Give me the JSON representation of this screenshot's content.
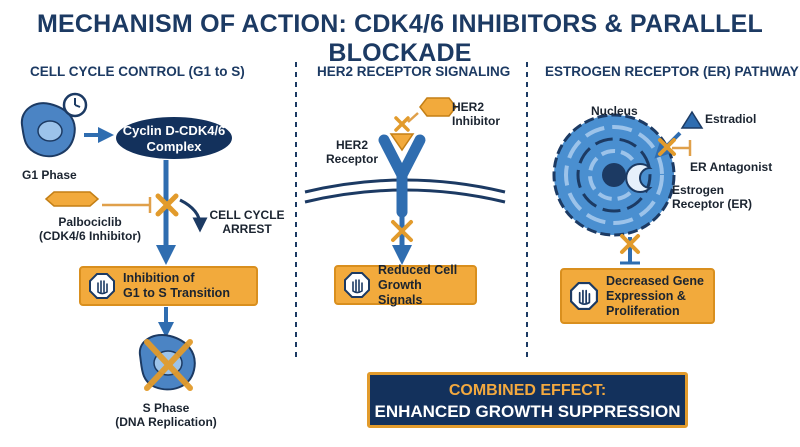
{
  "title": "MECHANISM OF ACTION: CDK4/6 INHIBITORS & PARALLEL BLOCKADE",
  "sections": {
    "cell_cycle": {
      "title": "CELL CYCLE CONTROL (G1 to S)",
      "g1_label": "G1 Phase",
      "complex_line1": "Cyclin D-CDK4/6",
      "complex_line2": "Complex",
      "drug_line1": "Palbociclib",
      "drug_line2": "(CDK4/6 Inhibitor)",
      "arrest_line1": "CELL CYCLE",
      "arrest_line2": "ARREST",
      "inhibition_line1": "Inhibition of",
      "inhibition_line2": "G1 to S Transition",
      "s_label_line1": "S Phase",
      "s_label_line2": "(DNA Replication)"
    },
    "her2": {
      "title": "HER2 RECEPTOR SIGNALING",
      "inhibitor_line1": "HER2",
      "inhibitor_line2": "Inhibitor",
      "receptor_line1": "HER2",
      "receptor_line2": "Receptor",
      "result_line1": "Reduced Cell",
      "result_line2": "Growth Signals"
    },
    "er": {
      "title": "ESTROGEN RECEPTOR (ER) PATHWAY",
      "nucleus": "Nucleus",
      "estradiol": "Estradiol",
      "antagonist": "ER Antagonist",
      "receptor_line1": "Estrogen",
      "receptor_line2": "Receptor (ER)",
      "result_line1": "Decreased Gene",
      "result_line2": "Expression &",
      "result_line3": "Proliferation"
    }
  },
  "combined": {
    "line1": "COMBINED EFFECT:",
    "line2": "ENHANCED GROWTH SUPPRESSION"
  },
  "colors": {
    "navy": "#1c3a63",
    "blue": "#2f6db0",
    "light_blue": "#4a8fd0",
    "orange": "#f2aa3c",
    "dark_orange": "#d98f1e"
  }
}
